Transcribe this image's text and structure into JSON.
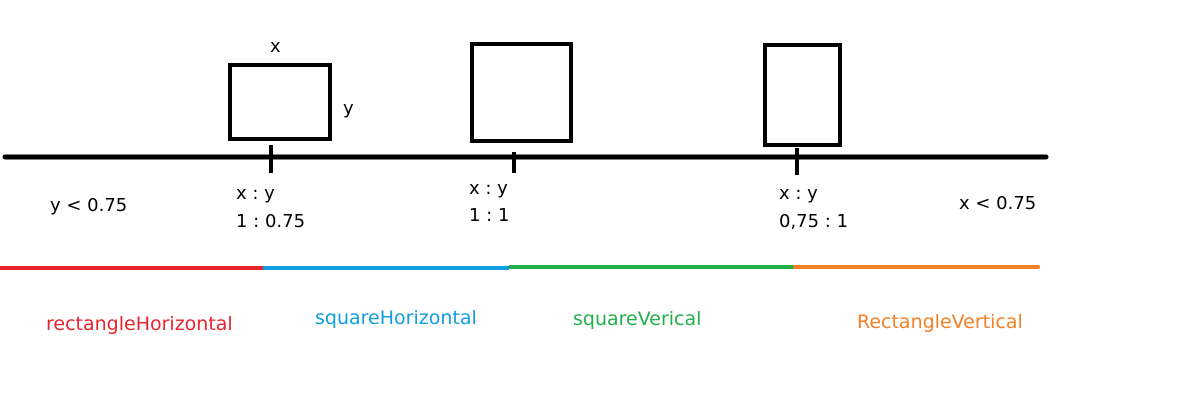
{
  "dimension_labels": {
    "width": "x",
    "height": "y"
  },
  "ticks": [
    {
      "ratio_header": "x : y",
      "ratio_value": "1 : 0.75"
    },
    {
      "ratio_header": "x : y",
      "ratio_value": "1 : 1"
    },
    {
      "ratio_header": "x : y",
      "ratio_value": "0,75 : 1"
    }
  ],
  "bounds": {
    "left": "y < 0.75",
    "right": "x < 0.75"
  },
  "categories": [
    {
      "label": "rectangleHorizontal",
      "color": "#e8232d"
    },
    {
      "label": "squareHorizontal",
      "color": "#0f9ee0"
    },
    {
      "label": "squareVerical",
      "color": "#22b04b"
    },
    {
      "label": "RectangleVertical",
      "color": "#f58025"
    }
  ]
}
